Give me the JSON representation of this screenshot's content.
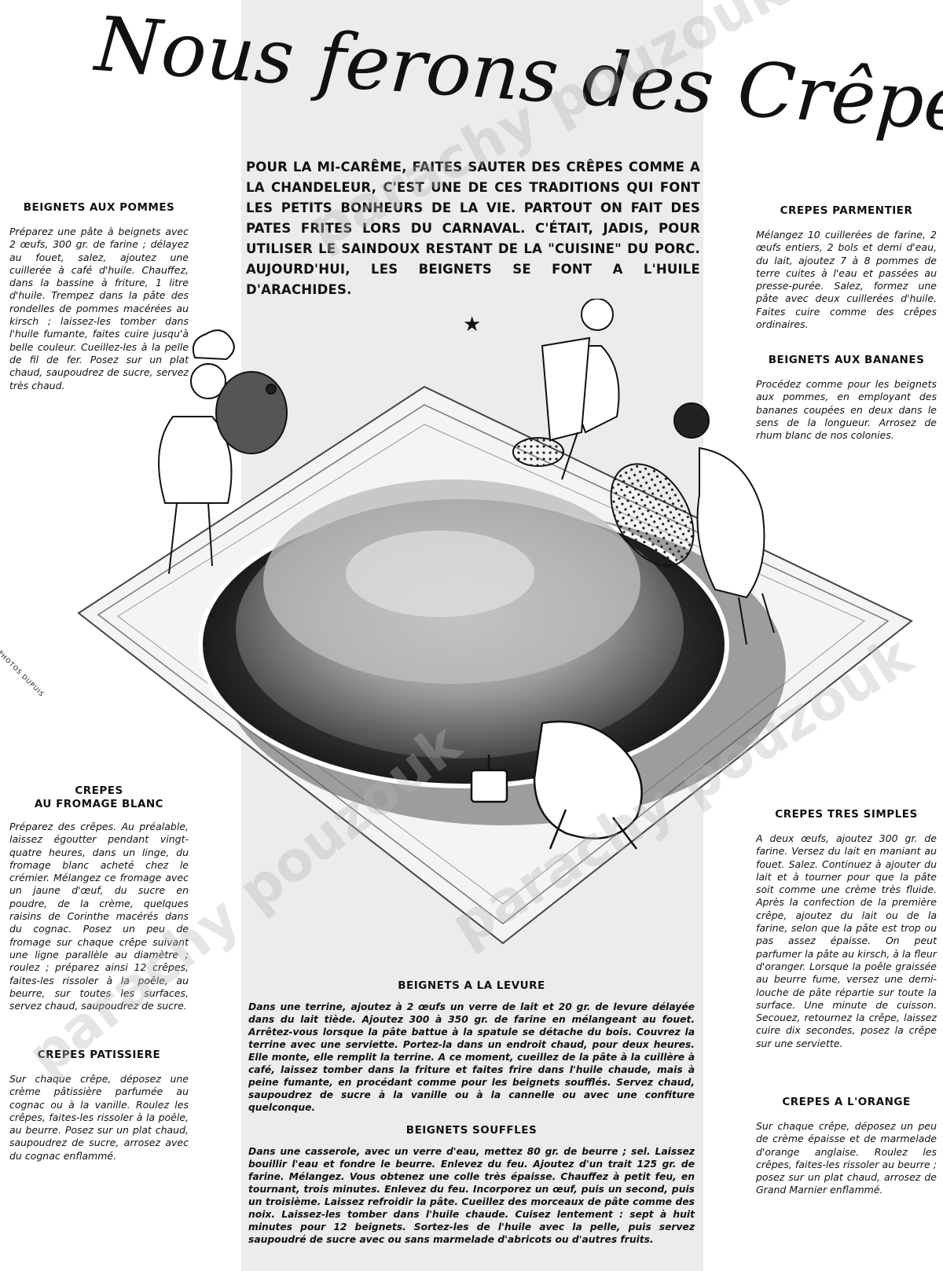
{
  "title": "Nous ferons des Crêpes...",
  "intro": "POUR LA MI-CARÊME, FAITES SAUTER DES CRÊPES COMME A LA CHANDELEUR, C'EST UNE DE CES TRADITIONS QUI FONT LES PETITS BONHEURS DE LA VIE. PARTOUT ON FAIT DES PATES FRITES LORS DU CARNAVAL. C'ÉTAIT, JADIS, POUR UTILISER LE SAINDOUX RESTANT DE LA \"CUISINE\" DU PORC. AUJOURD'HUI, LES BEIGNETS SE FONT A L'HUILE D'ARACHIDES.",
  "star": "★",
  "photo_credit": "PHOTOS DUPUIS",
  "watermark": "parachy pouzouk",
  "recipes": {
    "beignets_pommes": {
      "title": "BEIGNETS AUX POMMES",
      "text": "Préparez une pâte à beignets avec 2 œufs, 300 gr. de farine ; délayez au fouet, salez, ajoutez une cuillerée à café d'huile. Chauffez, dans la bassine à friture, 1 litre d'huile. Trempez dans la pâte des rondelles de pommes macérées au kirsch ; laissez-les tomber dans l'huile fumante, faites cuire jusqu'à belle couleur. Cueillez-les à la pelle de fil de fer. Posez sur un plat chaud, saupoudrez de sucre, servez très chaud."
    },
    "crepes_parmentier": {
      "title": "CREPES PARMENTIER",
      "text": "Mélangez 10 cuillerées de farine, 2 œufs entiers, 2 bols et demi d'eau, du lait, ajoutez 7 à 8 pommes de terre cuites à l'eau et passées au presse-purée. Salez, formez une pâte avec deux cuillerées d'huile. Faites cuire comme des crêpes ordinaires."
    },
    "beignets_bananes": {
      "title": "BEIGNETS AUX BANANES",
      "text": "Procédez comme pour les beignets aux pommes, en employant des bananes coupées en deux dans le sens de la longueur. Arrosez de rhum blanc de nos colonies."
    },
    "crepes_fromage": {
      "title_line1": "CREPES",
      "title_line2": "AU FROMAGE BLANC",
      "text": "Préparez des crêpes. Au préalable, laissez égoutter pendant vingt-quatre heures, dans un linge, du fromage blanc acheté chez le crémier. Mélangez ce fromage avec un jaune d'œuf, du sucre en poudre, de la crème, quelques raisins de Corinthe macérés dans du cognac. Posez un peu de fromage sur chaque crêpe suivant une ligne parallèle au diamètre ; roulez ; préparez ainsi 12 crêpes, faites-les rissoler à la poêle, au beurre, sur toutes les surfaces, servez chaud, saupoudrez de sucre."
    },
    "crepes_patissiere": {
      "title": "CREPES PATISSIERE",
      "text": "Sur chaque crêpe, déposez une crème pâtissière parfumée au cognac ou à la vanille. Roulez les crêpes, faites-les rissoler à la poêle, au beurre. Posez sur un plat chaud, saupoudrez de sucre, arrosez avec du cognac enflammé."
    },
    "crepes_simples": {
      "title": "CREPES TRES SIMPLES",
      "text": "A deux œufs, ajoutez 300 gr. de farine. Versez du lait en maniant au fouet. Salez. Continuez à ajouter du lait et à tourner pour que la pâte soit comme une crème très fluide. Après la confection de la première crêpe, ajoutez du lait ou de la farine, selon que la pâte est trop ou pas assez épaisse. On peut parfumer la pâte au kirsch, à la fleur d'oranger. Lorsque la poêle graissée au beurre fume, versez une demi-louche de pâte répartie sur toute la surface. Une minute de cuisson. Secouez, retournez la crêpe, laissez cuire dix secondes, posez la crêpe sur une serviette."
    },
    "crepes_orange": {
      "title": "CREPES A L'ORANGE",
      "text": "Sur chaque crêpe, déposez un peu de crème épaisse et de marmelade d'orange anglaise. Roulez les crêpes, faites-les rissoler au beurre ; posez sur un plat chaud, arrosez de Grand Marnier enflammé."
    },
    "beignets_levure": {
      "title": "BEIGNETS A LA LEVURE",
      "text": "Dans une terrine, ajoutez à 2 œufs un verre de lait et 20 gr. de levure délayée dans du lait tiède. Ajoutez 300 à 350 gr. de farine en mélangeant au fouet. Arrêtez-vous lorsque la pâte battue à la spatule se détache du bois. Couvrez la terrine avec une serviette. Portez-la dans un endroit chaud, pour deux heures. Elle monte, elle remplit la terrine. A ce moment, cueillez de la pâte à la cuillère à café, laissez tomber dans la friture et faites frire dans l'huile chaude, mais à peine fumante, en procédant comme pour les beignets soufflés. Servez chaud, saupoudrez de sucre à la vanille ou à la cannelle ou avec une confiture quelconque."
    },
    "beignets_souffles": {
      "title": "BEIGNETS SOUFFLES",
      "text": "Dans une casserole, avec un verre d'eau, mettez 80 gr. de beurre ; sel. Laissez bouillir l'eau et fondre le beurre. Enlevez du feu. Ajoutez d'un trait 125 gr. de farine. Mélangez. Vous obtenez une colle très épaisse. Chauffez à petit feu, en tournant, trois minutes. Enlevez du feu. Incorporez un œuf, puis un second, puis un troisième. Laissez refroidir la pâte. Cueillez des morceaux de pâte comme des noix. Laissez-les tomber dans l'huile chaude. Cuisez lentement : sept à huit minutes pour 12 beignets. Sortez-les de l'huile avec la pelle, puis servez saupoudré de sucre avec ou sans marmelade d'abricots ou d'autres fruits."
    }
  }
}
